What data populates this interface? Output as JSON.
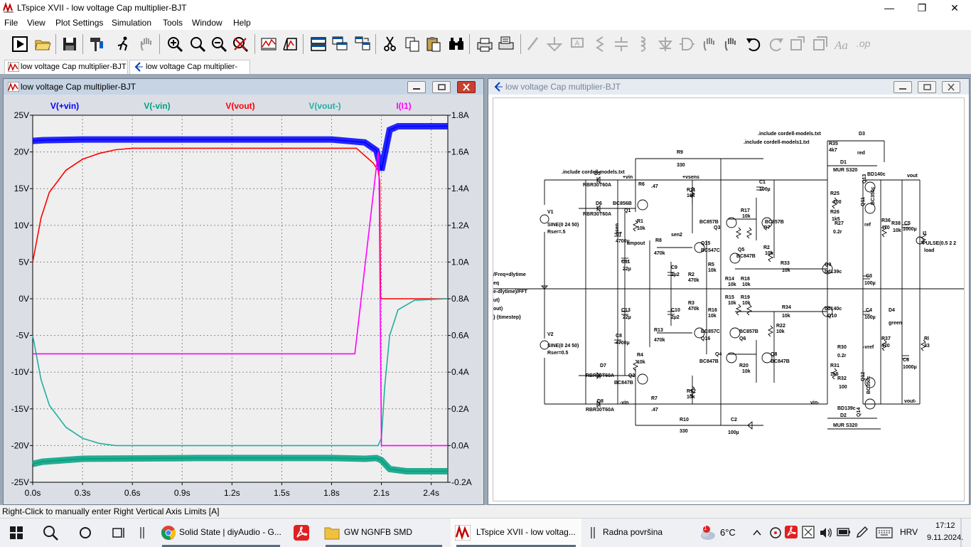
{
  "app": {
    "title": "LTspice XVII - low voltage Cap multiplier-BJT",
    "minimize": "—",
    "maximize": "❐",
    "close": "✕"
  },
  "menu": [
    "File",
    "View",
    "Plot Settings",
    "Simulation",
    "Tools",
    "Window",
    "Help"
  ],
  "tabs": [
    {
      "label": "low voltage Cap multiplier-BJT",
      "kind": "waveform"
    },
    {
      "label": "low voltage Cap multiplier-BJT",
      "kind": "schematic"
    }
  ],
  "plot_window": {
    "title": "low voltage Cap multiplier-BJT",
    "traces": [
      {
        "name": "V(+vin)",
        "color": "#0000ff"
      },
      {
        "name": "V(-vin)",
        "color": "#00a080"
      },
      {
        "name": "V(vout)",
        "color": "#ff0000"
      },
      {
        "name": "V(vout-)",
        "color": "#20b0a0"
      },
      {
        "name": "I(I1)",
        "color": "#ff00ff"
      }
    ]
  },
  "chart_data": {
    "type": "line",
    "x_ticks": [
      "0.0s",
      "0.3s",
      "0.6s",
      "0.9s",
      "1.2s",
      "1.5s",
      "1.8s",
      "2.1s",
      "2.4s"
    ],
    "y_left_ticks": [
      "25V",
      "20V",
      "15V",
      "10V",
      "5V",
      "0V",
      "-5V",
      "-10V",
      "-15V",
      "-20V",
      "-25V"
    ],
    "y_right_ticks": [
      "1.8A",
      "1.6A",
      "1.4A",
      "1.2A",
      "1.0A",
      "0.8A",
      "0.6A",
      "0.4A",
      "0.2A",
      "0.0A",
      "-0.2A"
    ],
    "xlim": [
      0,
      2.5
    ],
    "ylim_left": [
      -25,
      25
    ],
    "ylim_right": [
      -0.2,
      1.8
    ],
    "grid": true,
    "series": [
      {
        "name": "V(+vin)",
        "axis": "left",
        "x": [
          0,
          0.06,
          0.3,
          1.0,
          1.8,
          2.0,
          2.07,
          2.1,
          2.15,
          2.2,
          2.5
        ],
        "y": [
          21.5,
          21.6,
          21.7,
          21.7,
          21.7,
          21.3,
          20.2,
          17.5,
          23.0,
          23.5,
          23.5
        ]
      },
      {
        "name": "V(-vin)",
        "axis": "left",
        "x": [
          0,
          0.06,
          0.3,
          1.0,
          1.8,
          2.0,
          2.07,
          2.1,
          2.15,
          2.25,
          2.5
        ],
        "y": [
          -22.5,
          -22.2,
          -21.8,
          -21.7,
          -21.7,
          -21.8,
          -21.7,
          -22.0,
          -23.2,
          -23.5,
          -23.5
        ]
      },
      {
        "name": "V(vout)",
        "axis": "left",
        "x": [
          0,
          0.05,
          0.1,
          0.2,
          0.3,
          0.4,
          0.5,
          0.6,
          1.0,
          1.95,
          2.05,
          2.08,
          2.09,
          2.095,
          2.1,
          2.2,
          2.5
        ],
        "y": [
          5.0,
          11.0,
          14.5,
          17.5,
          19.0,
          19.8,
          20.3,
          20.5,
          20.5,
          20.5,
          18.5,
          17.5,
          16.0,
          0.2,
          0.0,
          0.0,
          0.0
        ]
      },
      {
        "name": "V(vout-)",
        "axis": "left",
        "x": [
          0,
          0.05,
          0.1,
          0.2,
          0.3,
          0.4,
          0.5,
          0.6,
          1.0,
          2.08,
          2.1,
          2.12,
          2.15,
          2.2,
          2.3,
          2.5
        ],
        "y": [
          -5.0,
          -11.0,
          -14.5,
          -17.5,
          -19.0,
          -19.7,
          -20.0,
          -20.0,
          -20.0,
          -20.0,
          -19.0,
          -12.0,
          -5.0,
          -1.5,
          -0.2,
          0.0
        ]
      },
      {
        "name": "I(I1)",
        "axis": "right",
        "x": [
          0,
          1.94,
          2.08,
          2.085,
          2.1,
          2.5
        ],
        "y": [
          0.5,
          0.5,
          1.6,
          1.55,
          0.0,
          0.0
        ]
      }
    ]
  },
  "schematic_window": {
    "title": "low voltage Cap multiplier-BJT",
    "texts": [
      {
        "id": "inc1",
        "t": ".include cordell-models.txt"
      },
      {
        "id": "inc2",
        "t": ".include cordell-models1.txt"
      },
      {
        "id": "inc3",
        "t": ".include cordell-models.txt"
      },
      {
        "id": "r35",
        "t": "R35"
      },
      {
        "id": "r35v",
        "t": "4k7"
      },
      {
        "id": "d3",
        "t": "D3"
      },
      {
        "id": "d3v",
        "t": "red"
      },
      {
        "id": "d1",
        "t": "D1"
      },
      {
        "id": "d1v",
        "t": "MUR S320"
      },
      {
        "id": "r9",
        "t": "R9"
      },
      {
        "id": "r9v",
        "t": "330"
      },
      {
        "id": "d5",
        "t": "D5"
      },
      {
        "id": "d5v",
        "t": "RBR30T60A"
      },
      {
        "id": "pvin",
        "t": "+vin"
      },
      {
        "id": "vsens",
        "t": "+vsens"
      },
      {
        "id": "r6",
        "t": "R6"
      },
      {
        "id": "r6v",
        "t": ".47"
      },
      {
        "id": "r11",
        "t": "R11"
      },
      {
        "id": "r11v",
        "t": "10k"
      },
      {
        "id": "c1",
        "t": "C1"
      },
      {
        "id": "c1v",
        "t": "100µ"
      },
      {
        "id": "q13",
        "t": "Q13"
      },
      {
        "id": "bd140",
        "t": "BD140c"
      },
      {
        "id": "bd350",
        "t": "BC350c"
      },
      {
        "id": "vout",
        "t": "vout"
      },
      {
        "id": "r25",
        "t": "R25"
      },
      {
        "id": "r25v",
        "t": "100"
      },
      {
        "id": "v1",
        "t": "V1"
      },
      {
        "id": "v1v",
        "t": "SINE(0 24 50)"
      },
      {
        "id": "v1r",
        "t": "Rser=.5"
      },
      {
        "id": "d6",
        "t": "D6"
      },
      {
        "id": "d6v",
        "t": "RBR30T60A"
      },
      {
        "id": "bc856",
        "t": "BC856B"
      },
      {
        "id": "q1",
        "t": "Q1"
      },
      {
        "id": "r1",
        "t": "R1"
      },
      {
        "id": "r1v",
        "t": "10k"
      },
      {
        "id": "sen",
        "t": "sen"
      },
      {
        "id": "sen2",
        "t": "sen2"
      },
      {
        "id": "c7",
        "t": "C7"
      },
      {
        "id": "c7v",
        "t": "4700µ"
      },
      {
        "id": "r17",
        "t": "R17"
      },
      {
        "id": "r17v",
        "t": "10k"
      },
      {
        "id": "bc857a",
        "t": "BC857B"
      },
      {
        "id": "q3",
        "t": "Q3"
      },
      {
        "id": "bc857b",
        "t": "BC857B"
      },
      {
        "id": "q7",
        "t": "Q7"
      },
      {
        "id": "r26",
        "t": "R26"
      },
      {
        "id": "r26v",
        "t": "1k5"
      },
      {
        "id": "r27",
        "t": "R27"
      },
      {
        "id": "r27v",
        "t": "0.2r"
      },
      {
        "id": "ref",
        "t": "ref"
      },
      {
        "id": "q11",
        "t": "Q11"
      },
      {
        "id": "r36",
        "t": "R36"
      },
      {
        "id": "r36v",
        "t": "470"
      },
      {
        "id": "r38",
        "t": "R38"
      },
      {
        "id": "r38v",
        "t": "10k"
      },
      {
        "id": "c5",
        "t": "C5"
      },
      {
        "id": "c5v",
        "t": "1000µ"
      },
      {
        "id": "i1",
        "t": "I1"
      },
      {
        "id": "i1v",
        "t": "PULSE(0.5 2 2"
      },
      {
        "id": "load",
        "t": "load"
      },
      {
        "id": "r8",
        "t": "R8"
      },
      {
        "id": "r8v",
        "t": "470k"
      },
      {
        "id": "ampout",
        "t": "ampout"
      },
      {
        "id": "q15",
        "t": "Q15"
      },
      {
        "id": "bc547",
        "t": "BC547C"
      },
      {
        "id": "q5",
        "t": "Q5"
      },
      {
        "id": "bc847a",
        "t": "BC847B"
      },
      {
        "id": "r2",
        "t": "R2"
      },
      {
        "id": "r2v",
        "t": "10k"
      },
      {
        "id": "c11",
        "t": "C11"
      },
      {
        "id": "c11v",
        "t": "22µ"
      },
      {
        "id": "c9",
        "t": "C9"
      },
      {
        "id": "c9v",
        "t": "2µ2"
      },
      {
        "id": "r2b",
        "t": "R2"
      },
      {
        "id": "r2bv",
        "t": "470k"
      },
      {
        "id": "r5",
        "t": "R5"
      },
      {
        "id": "r5v",
        "t": "10k"
      },
      {
        "id": "r33",
        "t": "R33"
      },
      {
        "id": "r33v",
        "t": "10k"
      },
      {
        "id": "q9",
        "t": "Q9"
      },
      {
        "id": "bd139",
        "t": "bd139c"
      },
      {
        "id": "freq",
        "t": "/Freq+dlytime"
      },
      {
        "id": "eq",
        "t": "eq"
      },
      {
        "id": "fft",
        "t": "e-dlytime)/FFT"
      },
      {
        "id": "ut",
        "t": "ut)"
      },
      {
        "id": "out",
        "t": "out)"
      },
      {
        "id": "r14",
        "t": "R14"
      },
      {
        "id": "r14v",
        "t": "10k"
      },
      {
        "id": "r18",
        "t": "R18"
      },
      {
        "id": "r18v",
        "t": "10k"
      },
      {
        "id": "c3",
        "t": "C3"
      },
      {
        "id": "c3v",
        "t": "100µ"
      },
      {
        "id": "r15",
        "t": "R15"
      },
      {
        "id": "r15v",
        "t": "10k"
      },
      {
        "id": "r19",
        "t": "R19"
      },
      {
        "id": "r19v",
        "t": "10k"
      },
      {
        "id": "c10",
        "t": "C10"
      },
      {
        "id": "c10v",
        "t": "2µ2"
      },
      {
        "id": "r3",
        "t": "R3"
      },
      {
        "id": "r3v",
        "t": "470k"
      },
      {
        "id": "c13",
        "t": "C13"
      },
      {
        "id": "c13v",
        "t": "22µ"
      },
      {
        "id": "timestep",
        "t": "} {timestep}"
      },
      {
        "id": "r34",
        "t": "R34"
      },
      {
        "id": "r34v",
        "t": "10k"
      },
      {
        "id": "bd140b",
        "t": "bd140c"
      },
      {
        "id": "q10",
        "t": "Q10"
      },
      {
        "id": "c4",
        "t": "C4"
      },
      {
        "id": "c4v",
        "t": "100µ"
      },
      {
        "id": "d4",
        "t": "D4"
      },
      {
        "id": "d4v",
        "t": "green"
      },
      {
        "id": "r16",
        "t": "R16"
      },
      {
        "id": "r16v",
        "t": "10k"
      },
      {
        "id": "r22",
        "t": "R22"
      },
      {
        "id": "r22v",
        "t": "10k"
      },
      {
        "id": "r13",
        "t": "R13"
      },
      {
        "id": "r13v",
        "t": "470k"
      },
      {
        "id": "bc857c",
        "t": "BC857C"
      },
      {
        "id": "q16",
        "t": "Q16"
      },
      {
        "id": "bc857d",
        "t": "BC857B"
      },
      {
        "id": "q6",
        "t": "Q6"
      },
      {
        "id": "v2",
        "t": "V2"
      },
      {
        "id": "v2v",
        "t": "SINE(0 24 50)"
      },
      {
        "id": "v2r",
        "t": "Rser=0.5"
      },
      {
        "id": "c8",
        "t": "C8"
      },
      {
        "id": "c8v",
        "t": "4700µ"
      },
      {
        "id": "r30",
        "t": "R30"
      },
      {
        "id": "r30v",
        "t": "0.2r"
      },
      {
        "id": "vref",
        "t": "-vref"
      },
      {
        "id": "r37",
        "t": "R37"
      },
      {
        "id": "r37v",
        "t": "470"
      },
      {
        "id": "r4",
        "t": "R4"
      },
      {
        "id": "r4v",
        "t": "10k"
      },
      {
        "id": "q4",
        "t": "Q4"
      },
      {
        "id": "bc847b",
        "t": "BC847B"
      },
      {
        "id": "q8",
        "t": "Q8"
      },
      {
        "id": "bc847c",
        "t": "BC847B"
      },
      {
        "id": "r20",
        "t": "R20"
      },
      {
        "id": "r20v",
        "t": "10k"
      },
      {
        "id": "r31",
        "t": "R31"
      },
      {
        "id": "r31v",
        "t": "1k5"
      },
      {
        "id": "c6",
        "t": "C6"
      },
      {
        "id": "c6v",
        "t": "1000µ"
      },
      {
        "id": "rl",
        "t": "Rl"
      },
      {
        "id": "rlv",
        "t": "33"
      },
      {
        "id": "d7",
        "t": "D7"
      },
      {
        "id": "d7v",
        "t": "RBR30T60A"
      },
      {
        "id": "q2",
        "t": "Q2"
      },
      {
        "id": "bc847d",
        "t": "BC847B"
      },
      {
        "id": "r12",
        "t": "R12"
      },
      {
        "id": "r12v",
        "t": "10k"
      },
      {
        "id": "r32",
        "t": "R32"
      },
      {
        "id": "r32v",
        "t": "100"
      },
      {
        "id": "q12",
        "t": "Q12"
      },
      {
        "id": "bc350b",
        "t": "BC350c"
      },
      {
        "id": "d8",
        "t": "D8"
      },
      {
        "id": "d8v",
        "t": "RBR30T60A"
      },
      {
        "id": "mvin",
        "t": "-vin"
      },
      {
        "id": "r7",
        "t": "R7"
      },
      {
        "id": "r7v",
        "t": ".47"
      },
      {
        "id": "vinm",
        "t": "vin-"
      },
      {
        "id": "voutm",
        "t": "vout-"
      },
      {
        "id": "bd139b",
        "t": "BD139c"
      },
      {
        "id": "q14",
        "t": "Q14"
      },
      {
        "id": "d2",
        "t": "D2"
      },
      {
        "id": "d2v",
        "t": "MUR S320"
      },
      {
        "id": "r10",
        "t": "R10"
      },
      {
        "id": "r10v",
        "t": "330"
      },
      {
        "id": "c2",
        "t": "C2"
      },
      {
        "id": "c2v",
        "t": "100µ"
      }
    ]
  },
  "status": "Right-Click to manually enter Right Vertical Axis Limits [A]",
  "taskbar": {
    "items": [
      {
        "label": "Solid State | diyAudio - G..."
      },
      {
        "label": "GW NGNFB SMD"
      },
      {
        "label": "LTspice XVII - low voltag..."
      },
      {
        "label": "Radna površina"
      }
    ],
    "temperature": "6°C",
    "weather_badge": "1",
    "language": "HRV",
    "time": "17:12",
    "date": "9.11.2024."
  }
}
